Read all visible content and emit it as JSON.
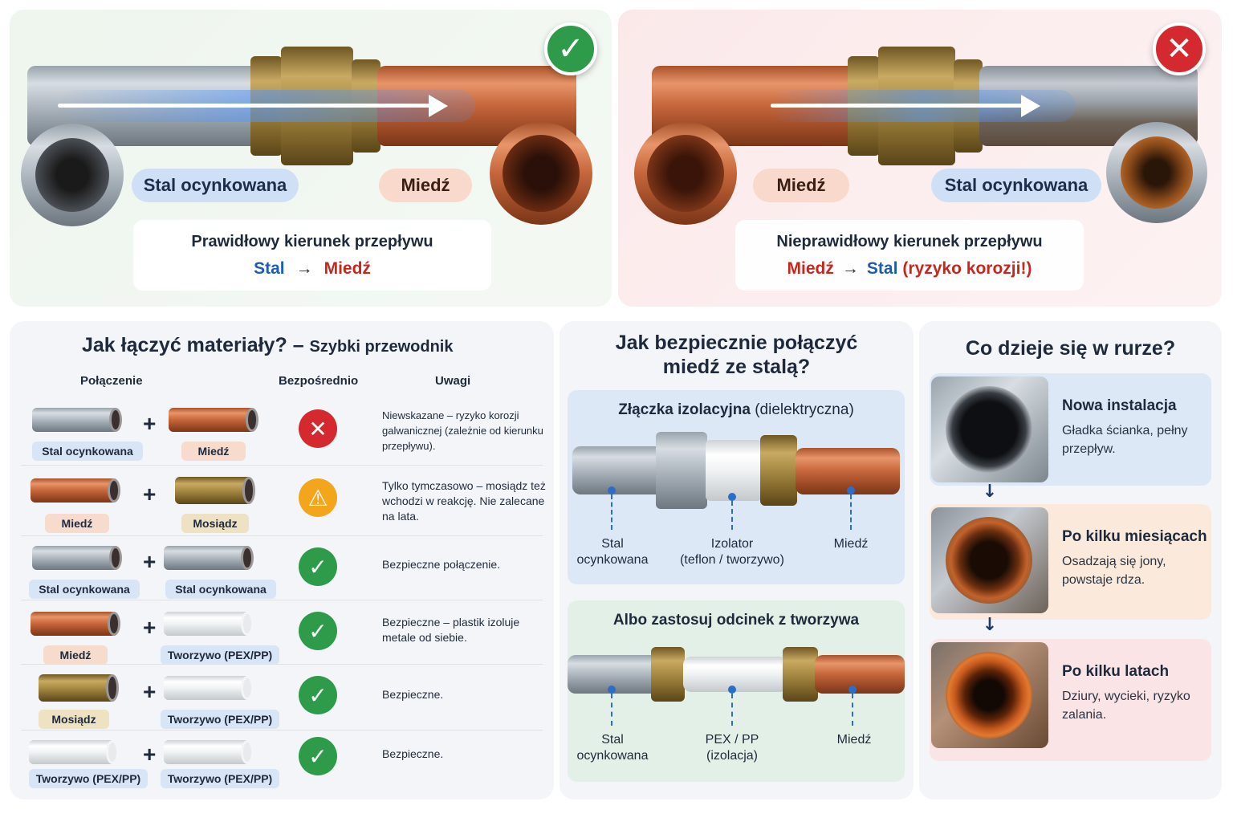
{
  "top_correct": {
    "label_left": "Stal ocynkowana",
    "label_right": "Miedź",
    "box_title": "Prawidłowy kierunek przepływu",
    "flow_from": "Stal",
    "flow_arrow": "→",
    "flow_to": "Miedź",
    "badge_glyph": "✓"
  },
  "top_wrong": {
    "label_left": "Miedź",
    "label_right": "Stal ocynkowana",
    "box_title": "Nieprawidłowy kierunek przepływu",
    "flow_from": "Miedź",
    "flow_arrow": "→",
    "flow_to": "Stal",
    "flow_warning": "(ryzyko korozji!)",
    "badge_glyph": "✕"
  },
  "guide": {
    "title": "Jak łączyć materiały?",
    "title_dash": "–",
    "subtitle": "Szybki przewodnik",
    "col_connection": "Połączenie",
    "col_direct": "Bezpośrednio",
    "col_notes": "Uwagi",
    "plus": "+",
    "rows": [
      {
        "a": "Stal ocynkowana",
        "b": "Miedź",
        "status": "✕",
        "note": "Niewskazane – ryzyko korozji galwanicznej (zależnie od kierunku przepływu)."
      },
      {
        "a": "Miedź",
        "b": "Mosiądz",
        "status": "⚠",
        "note": "Tylko tymczasowo – mosiądz też wchodzi w reakcję. Nie zalecane na lata."
      },
      {
        "a": "Stal ocynkowana",
        "b": "Stal ocynkowana",
        "status": "✓",
        "note": "Bezpieczne połączenie."
      },
      {
        "a": "Miedź",
        "b": "Tworzywo (PEX/PP)",
        "status": "✓",
        "note": "Bezpieczne – plastik izoluje metale od siebie."
      },
      {
        "a": "Mosiądz",
        "b": "Tworzywo (PEX/PP)",
        "status": "✓",
        "note": "Bezpieczne."
      },
      {
        "a": "Tworzywo (PEX/PP)",
        "b": "Tworzywo (PEX/PP)",
        "status": "✓",
        "note": "Bezpieczne."
      }
    ]
  },
  "safe": {
    "title_line1": "Jak bezpiecznie połączyć",
    "title_line2": "miedź ze stalą?",
    "box_a_title": "Złączka izolacyjna",
    "box_a_title_thin": "(dielektryczna)",
    "box_a_label_left": "Stal ocynkowana",
    "box_a_label_mid_1": "Izolator",
    "box_a_label_mid_2": "(teflon / tworzywo)",
    "box_a_label_right": "Miedź",
    "box_b_title": "Albo zastosuj odcinek z tworzywa",
    "box_b_label_left": "Stal ocynkowana",
    "box_b_label_mid_1": "PEX / PP",
    "box_b_label_mid_2": "(izolacja)",
    "box_b_label_right": "Miedź"
  },
  "inside": {
    "title": "Co dzieje się w  rurze?",
    "arrow": "↓",
    "stages": [
      {
        "title": "Nowa instalacja",
        "text": "Gładka ścianka, pełny przepływ."
      },
      {
        "title": "Po kilku miesiącach",
        "text": "Osadzają się jony, powstaje rdza."
      },
      {
        "title": "Po kilku latach",
        "text": "Dziury, wycieki, ryzyko zalania."
      }
    ]
  },
  "colors": {
    "ok": "#2e9b4a",
    "bad": "#d42a2f",
    "warn": "#f3a51c",
    "flow_blue": "#1f5bb0",
    "flow_red": "#c7261c"
  }
}
